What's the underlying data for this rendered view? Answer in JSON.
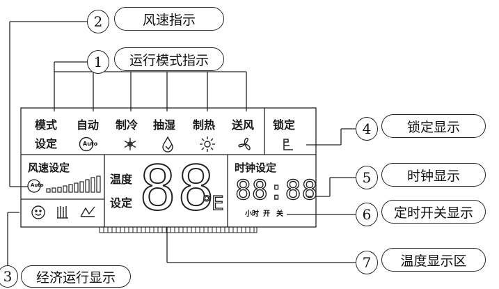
{
  "callouts": {
    "c1": {
      "num": "1",
      "label": "运行模式指示"
    },
    "c2": {
      "num": "2",
      "label": "风速指示"
    },
    "c3": {
      "num": "3",
      "label": "经济运行显示"
    },
    "c4": {
      "num": "4",
      "label": "锁定显示"
    },
    "c5": {
      "num": "5",
      "label": "时钟显示"
    },
    "c6": {
      "num": "6",
      "label": "定时开关显示"
    },
    "c7": {
      "num": "7",
      "label": "温度显示区"
    }
  },
  "lcd": {
    "mode_top": "模式",
    "mode_bottom": "设定",
    "modes": [
      "自动",
      "制冷",
      "抽湿",
      "制热",
      "送风"
    ],
    "auto_icon_text": "Auto",
    "lock_label": "锁定",
    "fan_label": "风速设定",
    "temp_top": "温度",
    "temp_bottom": "设定",
    "temp_digits": "88",
    "temp_unit": "°E",
    "clock_label": "时钟设定",
    "clock_digits": "88:88",
    "timer_hour": "小时",
    "timer_on": "开",
    "timer_off": "关"
  }
}
